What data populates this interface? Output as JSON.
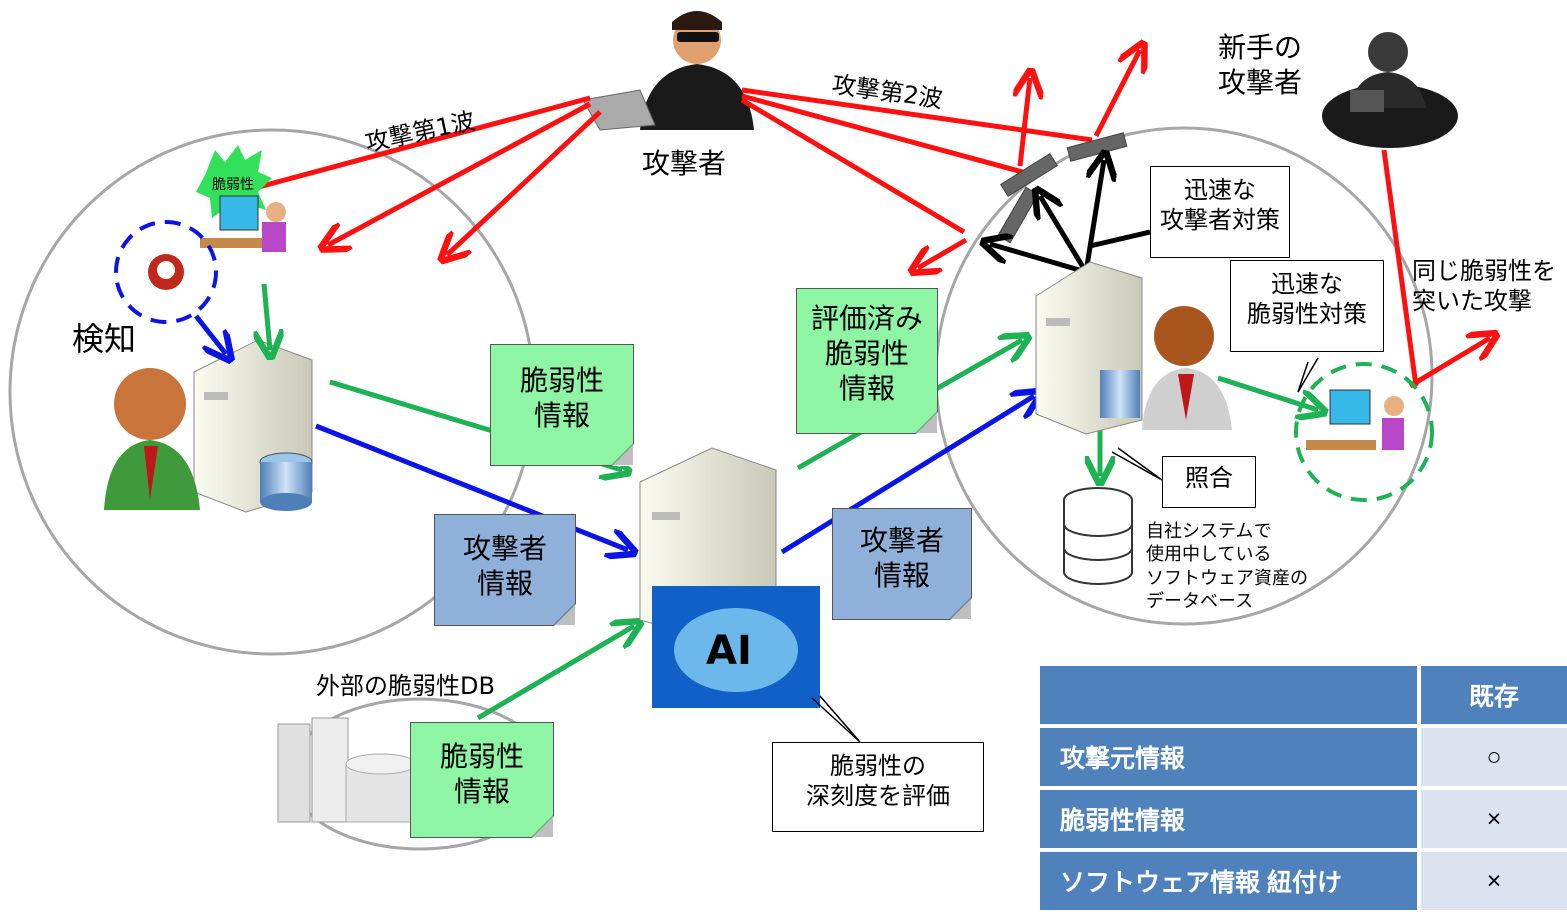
{
  "labels": {
    "attacker": "攻撃者",
    "wave1": "攻撃第1波",
    "wave2": "攻撃第2波",
    "new_attacker": "新手の\n攻撃者",
    "detect": "検知",
    "vuln_badge": "脆弱性",
    "same_vuln_attack": "同じ脆弱性を\n突いた攻撃",
    "external_db": "外部の脆弱性DB",
    "ai": "AI",
    "asset_db": "自社システムで\n使用中している\nソフトウェア資産の\nデータベース"
  },
  "notes": {
    "vuln_info_1": "脆弱性\n情報",
    "attacker_info_1": "攻撃者\n情報",
    "evaluated_vuln": "評価済み\n脆弱性\n情報",
    "attacker_info_2": "攻撃者\n情報",
    "vuln_info_2": "脆弱性\n情報"
  },
  "callouts": {
    "quick_attacker": "迅速な\n攻撃者対策",
    "quick_vuln": "迅速な\n脆弱性対策",
    "match": "照合",
    "evaluate": "脆弱性の\n深刻度を評価"
  },
  "table": {
    "header": [
      "",
      "既存"
    ],
    "rows": [
      {
        "label": "攻撃元情報",
        "value": "○"
      },
      {
        "label": "脆弱性情報",
        "value": "×"
      },
      {
        "label": "ソフトウェア情報 紐付け",
        "value": "×"
      }
    ]
  },
  "colors": {
    "attack_arrow": "#ff1010",
    "vuln_flow": "#1db254",
    "attacker_flow": "#0a14e6",
    "circle": "#a6a6a6",
    "table_header": "#4f81bd",
    "table_cell": "#dbe3f0"
  }
}
